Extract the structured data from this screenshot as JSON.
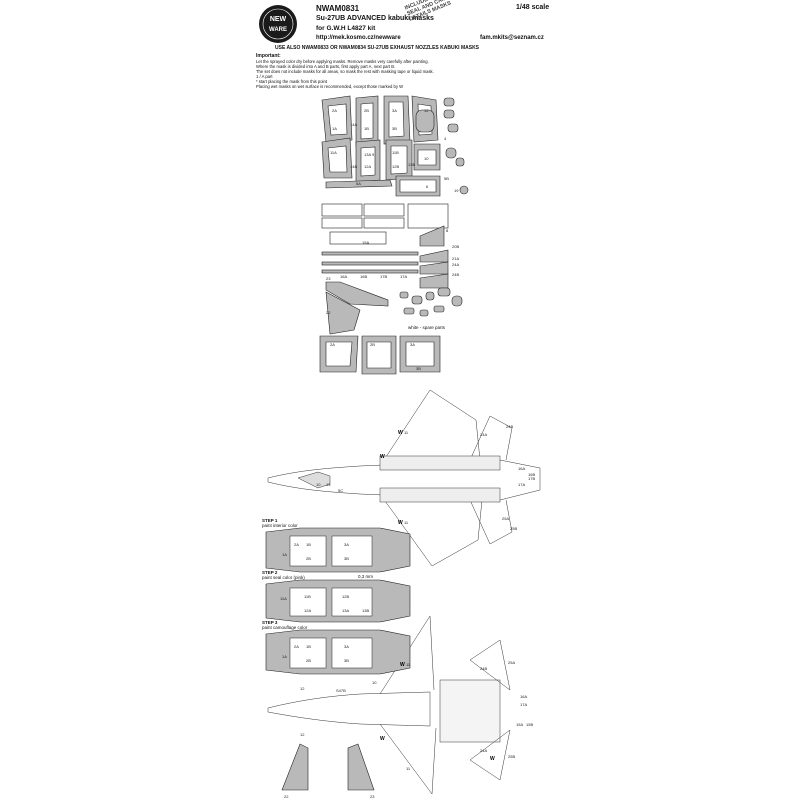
{
  "header": {
    "code": "NWAM0831",
    "title": "Su-27UB ADVANCED kabuki masks",
    "kit": "for G.W.H L4827 kit",
    "url": "http://mek.kosmo.cz/newware",
    "scale": "1/48 scale",
    "email": "fam.mkits@seznam.cz",
    "logo_text": [
      "NEW",
      "WARE"
    ]
  },
  "stamp": [
    "INCLUDES ALSO WINDOWS",
    "SEAL AND CAMOUFLAGE",
    "DETAILS MASKS"
  ],
  "see_also": "USE ALSO NWAM0833 OR NWAM0834 SU-27UB EXHAUST NOZZLES KABUKI MASKS",
  "notes": {
    "title": "Important:",
    "lines": [
      "Let the sprayed color dry before applying masks. Remove masks very carefully after painting.",
      "Where the mask is divided into A and B parts, first apply part A, next part B.",
      "The set does not include masks for all areas, so mask the rest with masking tape or liquid mask.",
      "1 / A part",
      "* start placing the mask from this point",
      "Placing wet masks on wet surface is recommended, except those marked by W"
    ]
  },
  "spare_label": "white - spare parts",
  "part_labels": {
    "canopy": [
      "2A",
      "1A",
      "2B",
      "1B",
      "3A",
      "3B",
      "12",
      "4",
      "14A",
      "14B",
      "11A",
      "11B",
      "12A",
      "12B",
      "13A",
      "13B",
      "5A",
      "5B",
      "9",
      "6",
      "10",
      "19"
    ],
    "strips": [
      "15A",
      "8",
      "20B",
      "21A",
      "24A",
      "24B",
      "16A",
      "16B",
      "17B",
      "17A",
      "23",
      "22"
    ],
    "lower": [
      "2A",
      "2B",
      "3A",
      "3B"
    ]
  },
  "plan_labels": {
    "top": [
      "W",
      "11",
      "24A",
      "24B",
      "10",
      "13",
      "5C",
      "16A",
      "16B",
      "17A",
      "17B",
      "25A",
      "25B",
      "W",
      "11",
      "W"
    ],
    "bottom": [
      "W",
      "11",
      "12",
      "10",
      "S47B",
      "W",
      "11",
      "12",
      "24A",
      "24B",
      "25A",
      "25B",
      "16A",
      "17A",
      "15A",
      "15B",
      "W"
    ]
  },
  "steps": [
    {
      "title": "STEP 1",
      "text": "paint interior color",
      "labels": [
        "2A",
        "1A",
        "2B",
        "1B",
        "3A",
        "3B"
      ]
    },
    {
      "title": "STEP 2",
      "text": "paint seal color (pink)",
      "extra": "0,3 mm",
      "labels": [
        "11A",
        "11B",
        "12A",
        "12B",
        "13A",
        "13B"
      ]
    },
    {
      "title": "STEP 3",
      "text": "paint camouflage color",
      "labels": [
        "2A",
        "1A",
        "2B",
        "1B",
        "3A",
        "3B"
      ]
    }
  ],
  "bottom_labels": [
    "22",
    "23"
  ],
  "colors": {
    "mask_gray": "#b9b9b9",
    "line": "#222222",
    "white": "#ffffff"
  }
}
